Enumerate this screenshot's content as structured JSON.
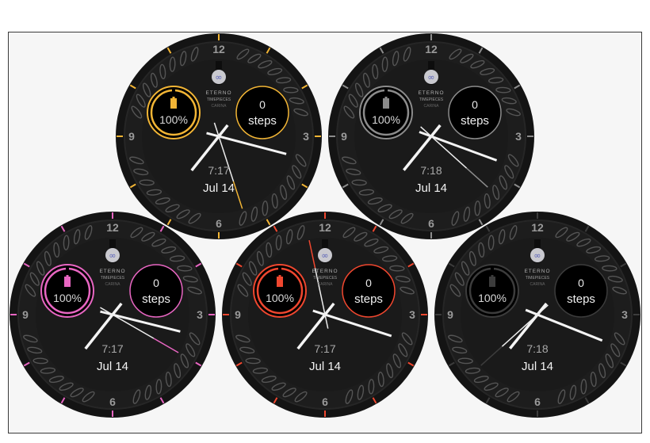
{
  "brand": {
    "line1": "ETERNO",
    "line2": "TIMEPIECES",
    "line3": "CARINA"
  },
  "numerals": [
    "12",
    "3",
    "6",
    "9"
  ],
  "watches": [
    {
      "id": "back-left",
      "accent": "#f2b535",
      "battery": "100%",
      "steps_value": "0",
      "steps_label": "steps",
      "time": "7:17",
      "date": "Jul 14",
      "hands": {
        "hour": 7,
        "minute": 17,
        "second": 27
      }
    },
    {
      "id": "back-right",
      "accent": "#8c8c8c",
      "battery": "100%",
      "steps_value": "0",
      "steps_label": "steps",
      "time": "7:18",
      "date": "Jul 14",
      "hands": {
        "hour": 7,
        "minute": 18,
        "second": 22
      }
    },
    {
      "id": "front-left",
      "accent": "#e866c2",
      "battery": "100%",
      "steps_value": "0",
      "steps_label": "steps",
      "time": "7:17",
      "date": "Jul 14",
      "hands": {
        "hour": 7,
        "minute": 17,
        "second": 20
      }
    },
    {
      "id": "front-right",
      "accent": "#3c3c3c",
      "battery": "100%",
      "steps_value": "0",
      "steps_label": "steps",
      "time": "7:18",
      "date": "Jul 14",
      "hands": {
        "hour": 7,
        "minute": 18,
        "second": 38
      }
    },
    {
      "id": "front-center",
      "accent": "#f0472f",
      "battery": "100%",
      "steps_value": "0",
      "steps_label": "steps",
      "time": "7:17",
      "date": "Jul 14",
      "hands": {
        "hour": 7,
        "minute": 17,
        "second": 58
      }
    }
  ]
}
